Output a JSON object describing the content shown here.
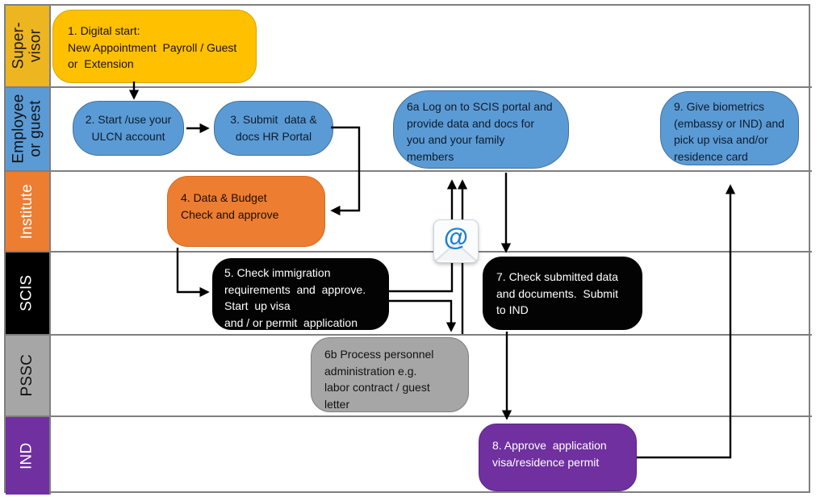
{
  "lanes": [
    {
      "id": "supervisor",
      "label": "Super-\nvisor",
      "bg": "#EDB51F",
      "text_color": "#1a1a1a"
    },
    {
      "id": "employee-or-guest",
      "label": "Employee\nor guest",
      "bg": "#5B9BD5",
      "text_color": "#10131a"
    },
    {
      "id": "institute",
      "label": "Institute",
      "bg": "#ED7D31",
      "text_color": "#FFFFFF"
    },
    {
      "id": "scis",
      "label": "SCIS",
      "bg": "#000000",
      "text_color": "#FFFFFF"
    },
    {
      "id": "pssc",
      "label": "PSSC",
      "bg": "#A6A6A6",
      "text_color": "#111111"
    },
    {
      "id": "ind",
      "label": "IND",
      "bg": "#7030A0",
      "text_color": "#FFFFFF"
    }
  ],
  "boxes": {
    "box1": {
      "text": "1. Digital start:\nNew Appointment  Payroll / Guest\nor  Extension",
      "bg": "#FFC000",
      "border": "#D5A400",
      "text_color": "#1a1300"
    },
    "box2": {
      "text": "2. Start /use your\nULCN account",
      "bg": "#5B9BD5",
      "border": "#41719C",
      "text_color": "#0e1b2c"
    },
    "box3": {
      "text": "3. Submit  data &\ndocs HR Portal",
      "bg": "#5B9BD5",
      "border": "#41719C",
      "text_color": "#0e1b2c"
    },
    "box4": {
      "text": "4. Data & Budget\nCheck and approve",
      "bg": "#ED7D31",
      "border": "#D86A20",
      "text_color": "#1c0e02"
    },
    "box5": {
      "text": "5. Check immigration\nrequirements  and  approve.\nStart  up visa\nand / or permit  application",
      "bg": "#030303",
      "border": "#030303",
      "text_color": "#FFFFFF"
    },
    "box6a": {
      "text": "6a Log on to SCIS portal and\nprovide data and docs for\nyou and your family\nmembers",
      "bg": "#5B9BD5",
      "border": "#41719C",
      "text_color": "#0e1b2c"
    },
    "box6b": {
      "text": "6b Process personnel\nadministration e.g.\nlabor contract / guest\nletter",
      "bg": "#A6A6A6",
      "border": "#7F7F7F",
      "text_color": "#121212"
    },
    "box7": {
      "text": "7. Check submitted data\nand documents.  Submit\nto IND",
      "bg": "#030303",
      "border": "#030303",
      "text_color": "#FFFFFF"
    },
    "box8": {
      "text": "8. Approve  application\nvisa/residence permit",
      "bg": "#7030A0",
      "border": "#5C2583",
      "text_color": "#FFFFFF"
    },
    "box9": {
      "text": "9. Give biometrics\n(embassy or IND) and\npick up visa and/or\nresidence card",
      "bg": "#5B9BD5",
      "border": "#41719C",
      "text_color": "#0e1b2c"
    }
  },
  "icons": {
    "email": {
      "name": "email-at-icon",
      "glyph": "@",
      "at_color": "#1E7FD0"
    }
  },
  "connections": [
    {
      "from": "box1",
      "to": "box2"
    },
    {
      "from": "box2",
      "to": "box3"
    },
    {
      "from": "box3",
      "to": "box4"
    },
    {
      "from": "box4",
      "to": "box5"
    },
    {
      "from": "box5",
      "to": "box6a"
    },
    {
      "from": "box5",
      "to": "box6b"
    },
    {
      "from": "box6b",
      "to": "box6a"
    },
    {
      "from": "box6a",
      "to": "box7"
    },
    {
      "from": "box7",
      "to": "box8"
    },
    {
      "from": "box8",
      "to": "box9"
    }
  ],
  "styles": {
    "lane_line_color": "#7F7F7F",
    "arrow_color": "#000000",
    "background": "#FFFFFF"
  }
}
